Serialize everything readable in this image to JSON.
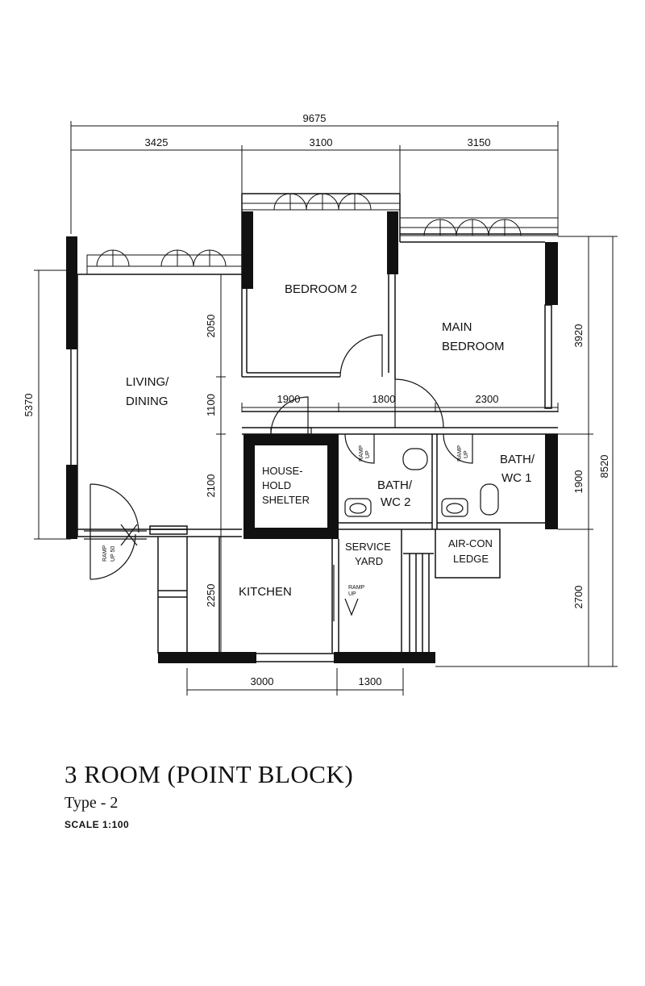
{
  "dimensions": {
    "overall_width": "9675",
    "top_left": "3425",
    "top_middle": "3100",
    "top_right": "3150",
    "left_height": "5370",
    "right_total": "8520",
    "right_upper": "3920",
    "right_middle": "1900",
    "right_lower": "2700",
    "bottom_left": "3000",
    "bottom_right": "1300",
    "inner_2050": "2050",
    "inner_1100": "1100",
    "inner_2100": "2100",
    "inner_2250": "2250",
    "inner_1900": "1900",
    "inner_1800": "1800",
    "inner_2300": "2300"
  },
  "rooms": {
    "bedroom2": "BEDROOM 2",
    "main_bedroom_1": "MAIN",
    "main_bedroom_2": "BEDROOM",
    "living_1": "LIVING/",
    "living_2": "DINING",
    "shelter_1": "HOUSE-",
    "shelter_2": "HOLD",
    "shelter_3": "SHELTER",
    "bath2_1": "BATH/",
    "bath2_2": "WC 2",
    "bath1_1": "BATH/",
    "bath1_2": "WC 1",
    "service_1": "SERVICE",
    "service_2": "YARD",
    "aircon_1": "AIR-CON",
    "aircon_2": "LEDGE",
    "kitchen": "KITCHEN"
  },
  "annotations": {
    "ramp": "RAMP",
    "up": "UP",
    "up50": "UP 50"
  },
  "title": {
    "main": "3 ROOM (POINT BLOCK)",
    "type": "Type - 2",
    "scale": "SCALE  1:100"
  }
}
